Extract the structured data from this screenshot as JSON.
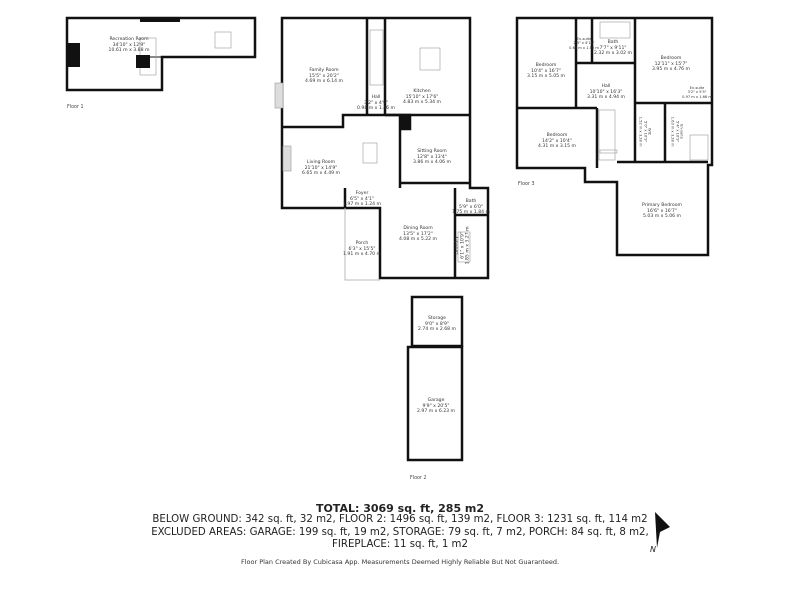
{
  "floors": [
    {
      "label": "Floor 1",
      "rooms": [
        {
          "name": "Recreation Room",
          "imperial": "34'10\" x 12'9\"",
          "metric": "10.61 m x 3.88 m"
        }
      ]
    },
    {
      "label": "Floor 2",
      "rooms": [
        {
          "name": "Family Room",
          "imperial": "15'5\" x 20'2\"",
          "metric": "4.69 m x 6.14 m"
        },
        {
          "name": "Hall",
          "imperial": "3'2\" x 4'9\"",
          "metric": "0.98 m x 1.46 m"
        },
        {
          "name": "Kitchen",
          "imperial": "15'10\" x 17'6\"",
          "metric": "4.83 m x 5.34 m"
        },
        {
          "name": "Living Room",
          "imperial": "21'10\" x 14'9\"",
          "metric": "6.65 m x 4.49 m"
        },
        {
          "name": "Sitting Room",
          "imperial": "12'8\" x 13'4\"",
          "metric": "3.86 m x 4.06 m"
        },
        {
          "name": "Foyer",
          "imperial": "6'5\" x 4'1\"",
          "metric": "1.97 m x 1.24 m"
        },
        {
          "name": "Porch",
          "imperial": "6'3\" x 15'5\"",
          "metric": "1.91 m x 4.70 m"
        },
        {
          "name": "Dining Room",
          "imperial": "13'5\" x 17'2\"",
          "metric": "4.08 m x 5.22 m"
        },
        {
          "name": "Bath",
          "imperial": "5'9\" x 6'0\"",
          "metric": "1.75 m x 1.84 m"
        },
        {
          "name": "Laundry",
          "imperial": "6'1\" x 10'9\"",
          "metric": "1.85 m x 3.27 m"
        },
        {
          "name": "Storage",
          "imperial": "9'0\" x 8'9\"",
          "metric": "2.74 m x 2.68 m"
        },
        {
          "name": "Garage",
          "imperial": "9'9\" x 20'5\"",
          "metric": "2.97 m x 6.23 m"
        }
      ]
    },
    {
      "label": "Floor 3",
      "rooms": [
        {
          "name": "Bedroom",
          "imperial": "10'4\" x 16'7\"",
          "metric": "3.15 m x 5.05 m"
        },
        {
          "name": "En-suite",
          "imperial": "2'3\" x 4'11\"",
          "metric": "0.69 m x 1.50 m"
        },
        {
          "name": "Bath",
          "imperial": "7'7\" x 9'11\"",
          "metric": "2.32 m x 3.02 m"
        },
        {
          "name": "Bedroom",
          "imperial": "12'11\" x 15'7\"",
          "metric": "3.95 m x 4.76 m"
        },
        {
          "name": "Hall",
          "imperial": "10'10\" x 16'3\"",
          "metric": "3.31 m x 4.94 m"
        },
        {
          "name": "En-suite",
          "imperial": "3'2\" x 5'5\"",
          "metric": "0.97 m x 1.66 m"
        },
        {
          "name": "Bedroom",
          "imperial": "14'2\" x 10'4\"",
          "metric": "4.31 m x 3.15 m"
        },
        {
          "name": "WIC",
          "imperial": "5'0\" x 10'9\"",
          "metric": "1.52 m x 3.28 m"
        },
        {
          "name": "En-suite",
          "imperial": "5'4\" x 10'9\"",
          "metric": "1.63 m x 3.28 m"
        },
        {
          "name": "Primary Bedroom",
          "imperial": "16'6\" x 16'7\"",
          "metric": "5.03 m x 5.06 m"
        }
      ]
    }
  ],
  "summary": {
    "total": "TOTAL: 3069 sq. ft, 285 m2",
    "line1": "BELOW GROUND: 342 sq. ft, 32 m2, FLOOR 2: 1496 sq. ft, 139 m2, FLOOR 3: 1231 sq. ft, 114 m2",
    "line2": "EXCLUDED AREAS: GARAGE: 199 sq. ft, 19 m2, STORAGE: 79 sq. ft, 7 m2, PORCH: 84 sq. ft, 8 m2,",
    "line3": "FIREPLACE: 11 sq. ft, 1 m2",
    "credit": "Floor Plan Created By Cubicasa App. Measurements Deemed Highly Reliable But Not Guaranteed."
  },
  "compass": {
    "label": "N",
    "icon": "north-arrow-icon"
  }
}
